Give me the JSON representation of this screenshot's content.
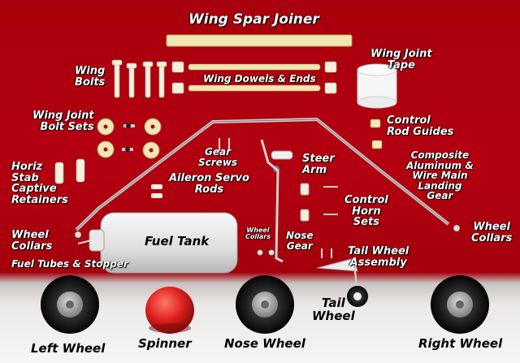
{
  "labels": {
    "wing_spar_joiner": "Wing Spar Joiner",
    "wing_bolts": [
      "Wing",
      "Bolts"
    ],
    "wing_dowels_ends": "Wing Dowels & Ends",
    "wing_joint_tape": [
      "Wing Joint",
      "Tape"
    ],
    "wing_joint_bolt_sets": [
      "Wing Joint",
      "Bolt Sets"
    ],
    "control_rod_guides": [
      "Control",
      "Rod Guides"
    ],
    "gear_screws": [
      "Gear",
      "Screws"
    ],
    "steer_arm": [
      "Steer",
      "Arm"
    ],
    "composite_main_gear": [
      "Composite",
      "Aluminum &",
      "Wire Main",
      "Landing",
      "Gear"
    ],
    "horiz_stab_captive_retainers": [
      "Horiz",
      "Stab",
      "Captive",
      "Retainers"
    ],
    "aileron_servo_rods": [
      "Aileron Servo",
      "Rods"
    ],
    "control_horn_sets": [
      "Control",
      "Horn",
      "Sets"
    ],
    "wheel_collars_left": [
      "Wheel",
      "Collars"
    ],
    "wheel_collars_right": [
      "Wheel",
      "Collars"
    ],
    "wheel_collars_small": [
      "Wheel",
      "Collars"
    ],
    "fuel_tank": "Fuel Tank",
    "nose_gear": [
      "Nose",
      "Gear"
    ],
    "tail_wheel_assembly": [
      "Tail Wheel",
      "Assembly"
    ],
    "fuel_tubes_stopper": "Fuel Tubes & Stopper",
    "tail_wheel": [
      "Tail",
      "Wheel"
    ],
    "left_wheel": "Left Wheel",
    "spinner": "Spinner",
    "nose_wheel": "Nose Wheel",
    "right_wheel": "Right Wheel"
  },
  "colors": {
    "background_red": "#b30010",
    "label_text": "#ffffff",
    "wheel_rubber": "#1a1a1a",
    "hub_gray": "#a7a7a7",
    "spinner_red": "#e0221f",
    "balsa": "#f1e6b4",
    "nylon": "#f4f0dc",
    "metal": "#c9c9c9"
  }
}
